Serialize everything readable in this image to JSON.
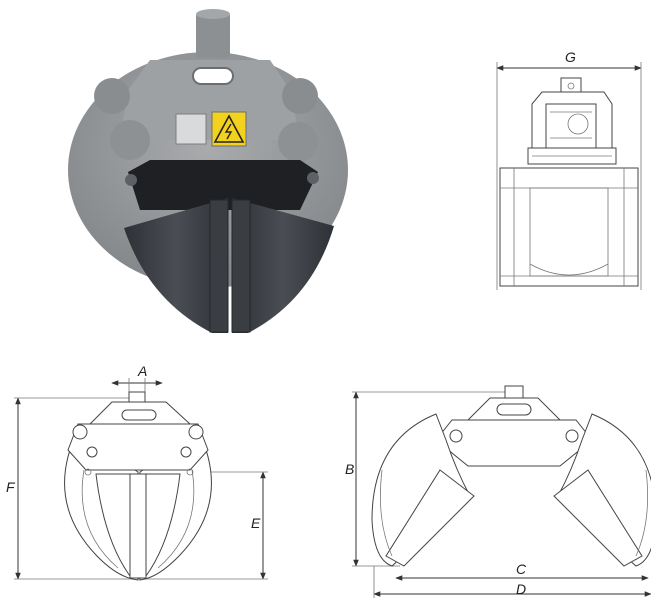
{
  "dimension_labels": {
    "A": "A",
    "B": "B",
    "C": "C",
    "D": "D",
    "E": "E",
    "F": "F",
    "G": "G"
  },
  "colors": {
    "photo_body": "#9a9c9e",
    "photo_shell": "#3c3f44",
    "warning_sticker": "#f2d21c",
    "line": "#555555"
  }
}
